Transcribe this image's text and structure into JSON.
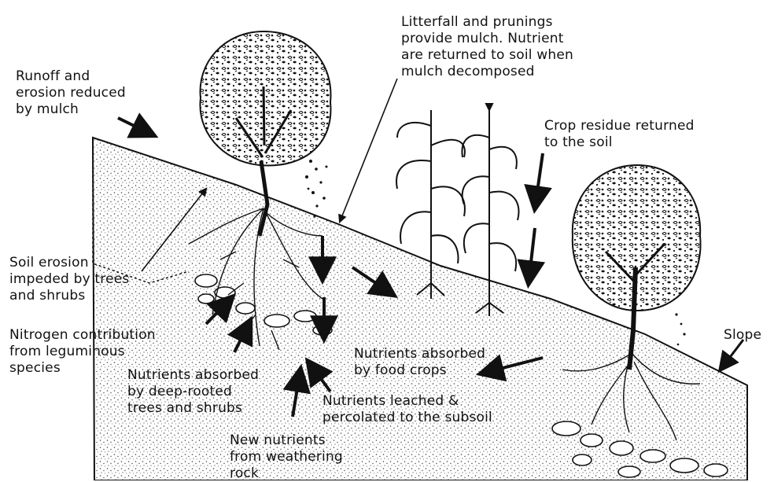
{
  "colors": {
    "ink": "#111111",
    "background": "#ffffff",
    "soil_dot": "#444444"
  },
  "labels": {
    "runoff": [
      "Runoff and",
      "erosion reduced",
      "by mulch"
    ],
    "litterfall": [
      "Litterfall and prunings",
      "provide mulch. Nutrient",
      "are returned to soil when",
      "mulch decomposed"
    ],
    "crop_residue": [
      "Crop residue returned",
      "to the soil"
    ],
    "soil_erosion": [
      "Soil erosion",
      "impeded by trees",
      "and shrubs"
    ],
    "nitrogen": [
      "Nitrogen contribution",
      "from leguminous",
      "species"
    ],
    "absorbed_deep": [
      "Nutrients absorbed",
      "by deep-rooted",
      "trees and shrubs"
    ],
    "absorbed_food": [
      "Nutrients absorbed",
      "by food crops"
    ],
    "slope": [
      "Slope"
    ],
    "leached": [
      "Nutrients leached &",
      "percolated to the subsoil"
    ],
    "weathering": [
      "New nutrients",
      "from weathering",
      "rock"
    ]
  },
  "icons": [
    "tree-left",
    "tree-right",
    "maize-plant",
    "maize-plant",
    "arrow"
  ]
}
